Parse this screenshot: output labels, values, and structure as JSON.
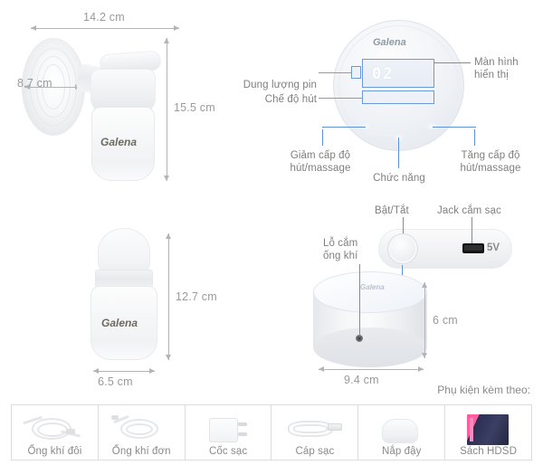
{
  "dimensions": {
    "shield_width": "14.2 cm",
    "shield_diameter": "8.7 cm",
    "pump_height": "15.5 cm",
    "bottle_height": "12.7 cm",
    "bottle_width": "6.5 cm",
    "motor_height": "6 cm",
    "motor_width": "9.4 cm"
  },
  "brand": {
    "bottle_logo": "Galena",
    "panel_logo": "Galena"
  },
  "control_panel": {
    "lcd_value": "02",
    "labels": {
      "battery": "Dung lượng pin",
      "suction_mode": "Chế độ hút",
      "display": "Màn hình\nhiển thị",
      "decrease": "Giảm cấp độ\nhút/massage",
      "increase": "Tăng cấp độ\nhút/massage",
      "function": "Chức năng"
    }
  },
  "motor_unit": {
    "labels": {
      "power": "Bật/Tắt",
      "charging_jack": "Jack cắm sạc",
      "air_tube_port": "Lỗ cắm\nống khí"
    },
    "voltage": "5V"
  },
  "accessories": {
    "title": "Phụ kiện kèm theo:",
    "items": [
      {
        "label": "Ống khí đôi",
        "icon": "double-air-tube-icon"
      },
      {
        "label": "Ống khí đơn",
        "icon": "single-air-tube-icon"
      },
      {
        "label": "Cốc sạc",
        "icon": "power-adapter-icon"
      },
      {
        "label": "Cáp sạc",
        "icon": "usb-cable-icon"
      },
      {
        "label": "Nắp đậy",
        "icon": "bottle-cap-icon"
      },
      {
        "label": "Sách HDSD",
        "icon": "manual-book-icon"
      }
    ]
  },
  "colors": {
    "leader_blue": "#5b93d6",
    "text_gray": "#7f7f7f",
    "dimension_gray": "#9a9a9a",
    "box_border": "#dcdcdc",
    "lcd_border": "#6a9ad8",
    "book_pink": "#ff5fa2",
    "book_navy": "#2b2f52"
  }
}
